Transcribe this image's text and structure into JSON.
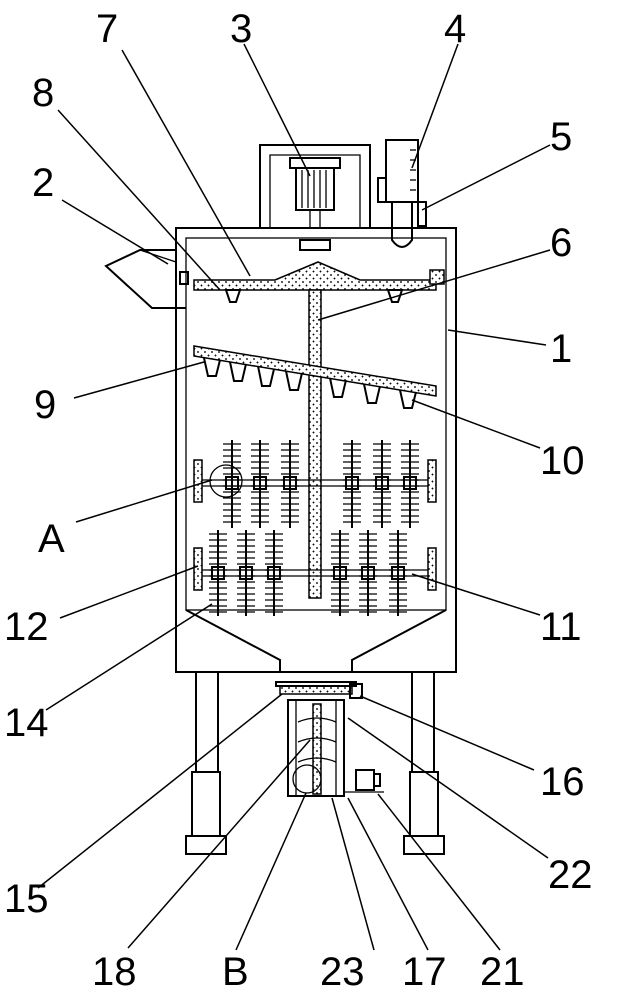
{
  "labels": {
    "l1": "1",
    "l2": "2",
    "l3": "3",
    "l4": "4",
    "l5": "5",
    "l6": "6",
    "l7": "7",
    "l8": "8",
    "l9": "9",
    "l10": "10",
    "l11": "11",
    "l12": "12",
    "l14": "14",
    "l15": "15",
    "l16": "16",
    "l17": "17",
    "l18": "18",
    "l21": "21",
    "l22": "22",
    "l23": "23",
    "lA": "A",
    "lB": "B"
  }
}
